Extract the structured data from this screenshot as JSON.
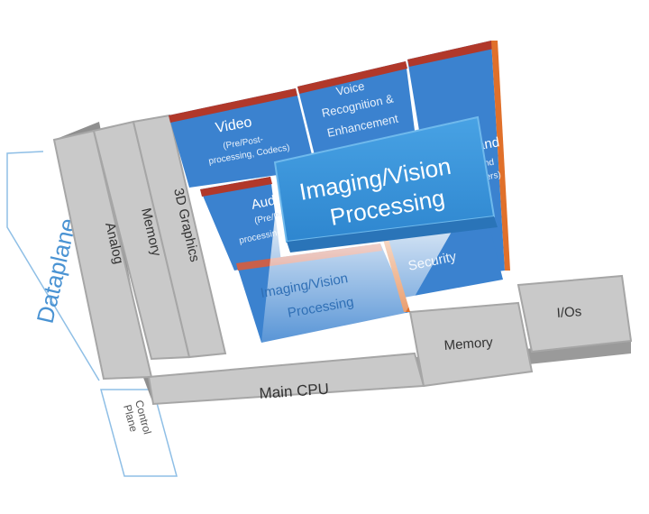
{
  "colors": {
    "gray_face": "#c9c9c9",
    "gray_side": "#8f8f8f",
    "gray_line": "#a6a6a6",
    "blue_block": "#3b82cf",
    "blue_dark": "#2f6fb5",
    "orange_edge": "#e0702a",
    "red_top": "#b1382a",
    "label_blue": "#4a93d3",
    "bracket_blue": "#8fbfe6"
  },
  "icons": {
    "highlight": "callout-shape"
  },
  "labels": {
    "dataplane": "Dataplane",
    "control_plane_1": "Control",
    "control_plane_2": "Plane"
  },
  "blocks": {
    "analog": "Analog",
    "memory_left": "Memory",
    "graphics_3d": "3D Graphics",
    "main_cpu": "Main CPU",
    "memory_right": "Memory",
    "ios": "I/Os",
    "video_title": "Video",
    "video_sub1": "(Pre/Post-",
    "video_sub2": "processing, Codecs)",
    "voice_1": "Voice",
    "voice_2": "Recognition &",
    "voice_3": "Enhancement",
    "baseband_1": "aseband",
    "baseband_2": "(PHY and",
    "baseband_3": "MAC layers)",
    "audio_1": "Aud",
    "audio_2": "(Pre/Po",
    "audio_3": "processing,",
    "imaging_lower_1": "Imaging/Vision",
    "imaging_lower_2": "Processing",
    "security": "Security"
  },
  "callout": {
    "line1": "Imaging/Vision",
    "line2": "Processing"
  }
}
